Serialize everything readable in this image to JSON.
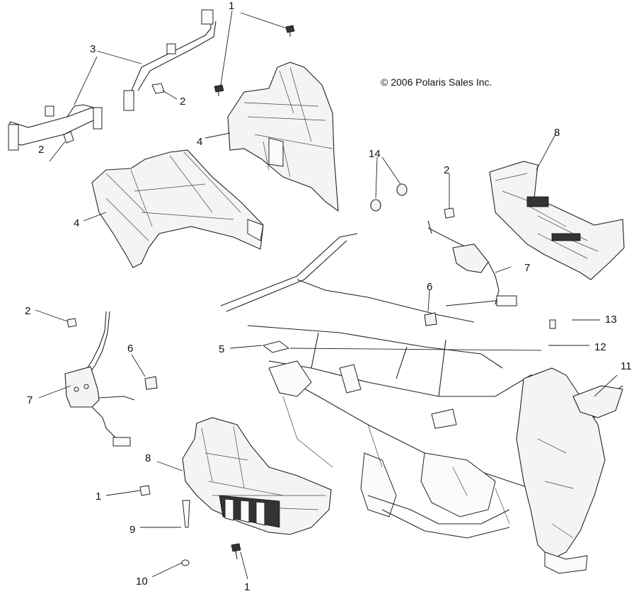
{
  "copyright": "© 2006 Polaris Sales Inc.",
  "callouts": {
    "c1_top": "1",
    "c1_mid": "1",
    "c1_bot": "1",
    "c2_a": "2",
    "c2_b": "2",
    "c2_c": "2",
    "c2_d": "2",
    "c3": "3",
    "c4_a": "4",
    "c4_b": "4",
    "c5": "5",
    "c6_a": "6",
    "c6_b": "6",
    "c7_a": "7",
    "c7_b": "7",
    "c8_a": "8",
    "c8_b": "8",
    "c9": "9",
    "c10": "10",
    "c11": "11",
    "c12": "12",
    "c13": "13",
    "c14": "14"
  }
}
